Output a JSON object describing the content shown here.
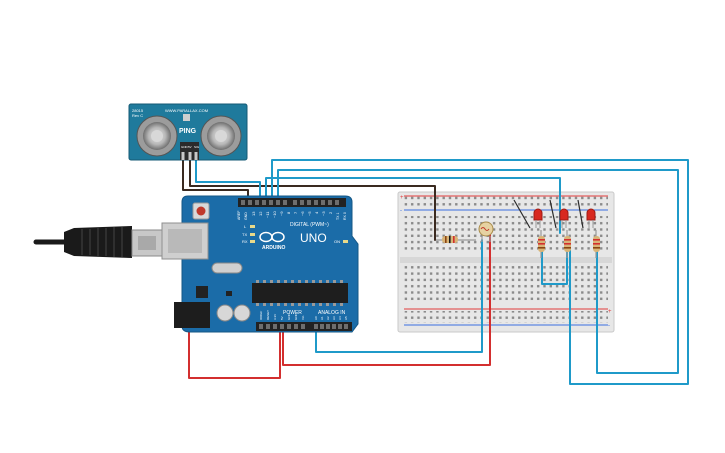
{
  "sensor": {
    "model_label": "PING",
    "brand_label": "WWW.PARALLAX.COM",
    "part_number": "28015",
    "revision": "Rev C",
    "pin_labels": [
      "GND",
      "5V",
      "SIG"
    ]
  },
  "arduino": {
    "brand_label": "ARDUINO",
    "model_label": "UNO",
    "digital_header_label": "DIGITAL (PWM~)",
    "power_label": "POWER",
    "analog_label": "ANALOG IN",
    "tx_label": "TX",
    "rx_label": "RX",
    "l_label": "L",
    "on_label": "ON",
    "aref_label": "AREF",
    "gnd_label": "GND",
    "digital_pins": [
      "13",
      "12",
      "~11",
      "~10",
      "~9",
      "8",
      "7",
      "~6",
      "~5",
      "4",
      "~3",
      "2",
      "TX 1",
      "RX 0"
    ],
    "power_pins": [
      "IOREF",
      "RESET",
      "3.3V",
      "5V",
      "GND",
      "GND",
      "Vin"
    ],
    "analog_pins": [
      "A0",
      "A1",
      "A2",
      "A3",
      "A4",
      "A5"
    ]
  },
  "breadboard": {
    "rail_plus": "+",
    "rail_minus": "-"
  },
  "colors": {
    "wire_red": "#d32f2f",
    "wire_blue": "#1f9ac9",
    "wire_dark": "#3a2a20",
    "board_blue": "#1b6ca8",
    "sensor_blue": "#1f7a9c",
    "led_red": "#d8281f"
  }
}
